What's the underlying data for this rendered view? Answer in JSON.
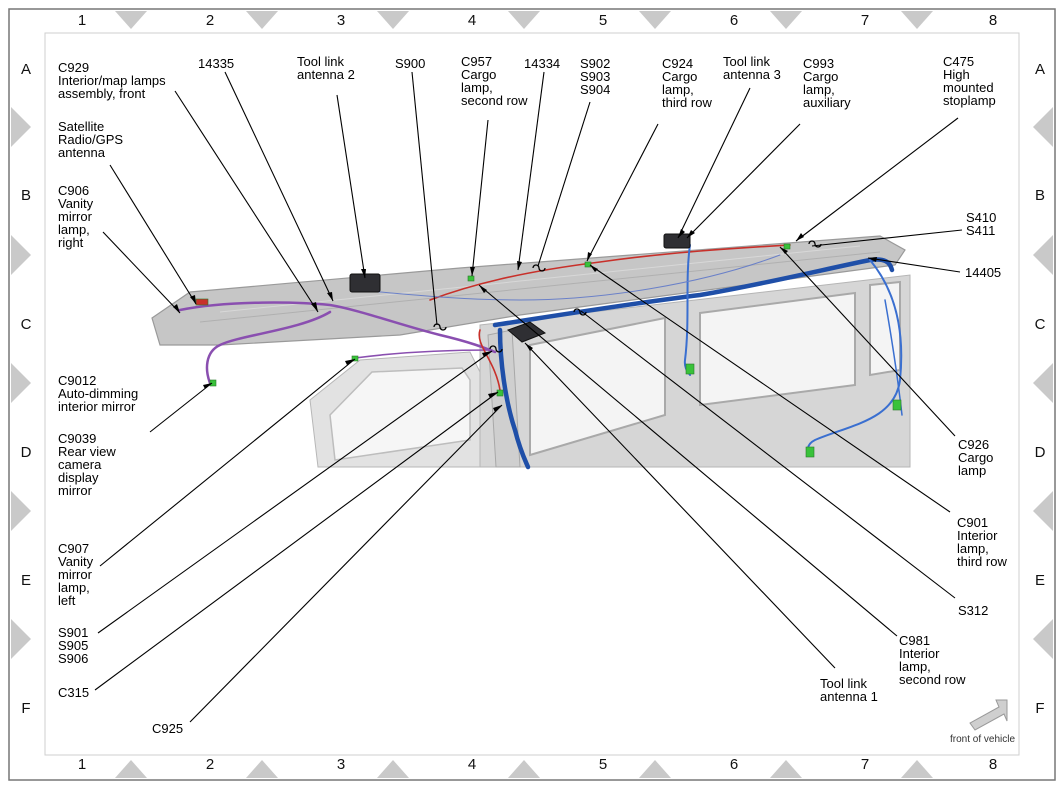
{
  "grid": {
    "columns": [
      "1",
      "2",
      "3",
      "4",
      "5",
      "6",
      "7",
      "8"
    ],
    "rows": [
      "A",
      "B",
      "C",
      "D",
      "E",
      "F"
    ]
  },
  "callouts": {
    "c929": "C929\nInterior/map lamps\nassembly, front",
    "n14335": "14335",
    "tool_link_2": "Tool link\nantenna 2",
    "s900": "S900",
    "c957": "C957\nCargo\nlamp,\nsecond row",
    "n14334": "14334",
    "s902_group": "S902\nS903\nS904",
    "c924": "C924\nCargo\nlamp,\nthird row",
    "tool_link_3": "Tool link\nantenna 3",
    "c993": "C993\nCargo\nlamp,\nauxiliary",
    "c475": "C475\nHigh\nmounted\nstoplamp",
    "sat_radio": "Satellite\nRadio/GPS\nantenna",
    "c906": "C906\nVanity\nmirror\nlamp,\nright",
    "s410_group": "S410\nS411",
    "n14405": "14405",
    "c9012": "C9012\nAuto-dimming\ninterior mirror",
    "c9039": "C9039\nRear view\ncamera\ndisplay\nmirror",
    "c926": "C926\nCargo\nlamp",
    "c901": "C901\nInterior\nlamp,\nthird row",
    "c907": "C907\nVanity\nmirror\nlamp,\nleft",
    "s901_group": "S901\nS905\nS906",
    "s312": "S312",
    "c981": "C981\nInterior\nlamp,\nsecond row",
    "c315": "C315",
    "tool_link_1": "Tool link\nantenna 1",
    "c925": "C925"
  },
  "legend": {
    "front_of_vehicle": "front of vehicle"
  },
  "colors": {
    "harness_blue": "#1f4fa8",
    "harness_purple": "#8a4fb0",
    "harness_red": "#c8302a",
    "connector_green": "#39c23a",
    "roof_gray": "#c8c8c8"
  }
}
